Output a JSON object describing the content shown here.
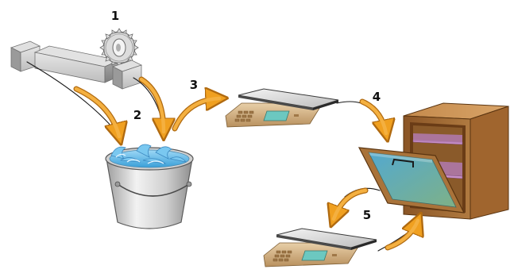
{
  "steps": [
    {
      "number": "1",
      "icon": "circular-saw-icon"
    },
    {
      "number": "2",
      "icon": "water-bucket-icon"
    },
    {
      "number": "3",
      "icon": "weighing-scale-icon"
    },
    {
      "number": "4",
      "icon": "drying-oven-icon"
    },
    {
      "number": "5",
      "icon": "weighing-scale-icon"
    }
  ],
  "colors": {
    "arrow": "#f2a12a",
    "arrow_stroke": "#b06a10",
    "wood_block": "#b8b8b8",
    "water": "#5fb8e8",
    "bucket": "#d9d9d9",
    "scale_body": "#d8b890",
    "scale_platform": "#9a9a9a",
    "oven_wood": "#a9733a",
    "oven_shelf": "#b07ab0",
    "oven_glass": "#5fb0b8"
  }
}
